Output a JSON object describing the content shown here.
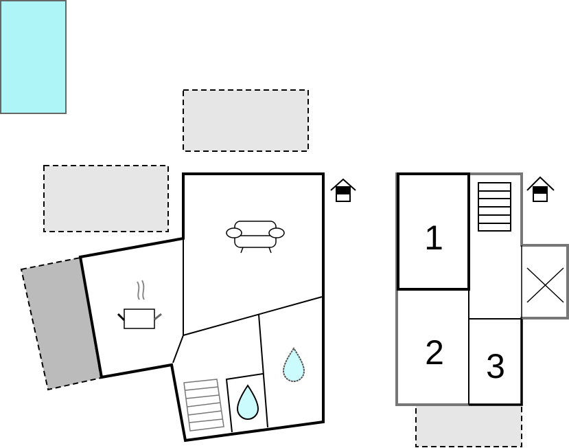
{
  "floor_plan": {
    "rooms": [
      {
        "label": "1",
        "type": "bedroom"
      },
      {
        "label": "2",
        "type": "bedroom"
      },
      {
        "label": "3",
        "type": "bedroom"
      }
    ],
    "icons": [
      "pool-icon",
      "terrace",
      "sofa-icon",
      "cooking-pot-icon",
      "water-drop-icon",
      "stairs-icon",
      "entrance-house-icon",
      "void-cross-icon"
    ],
    "colors": {
      "pool": "#aef5f8",
      "terrace": "#e6e6e6",
      "covered_terrace": "#bbbbbb",
      "water": "#ccfbfd"
    }
  }
}
